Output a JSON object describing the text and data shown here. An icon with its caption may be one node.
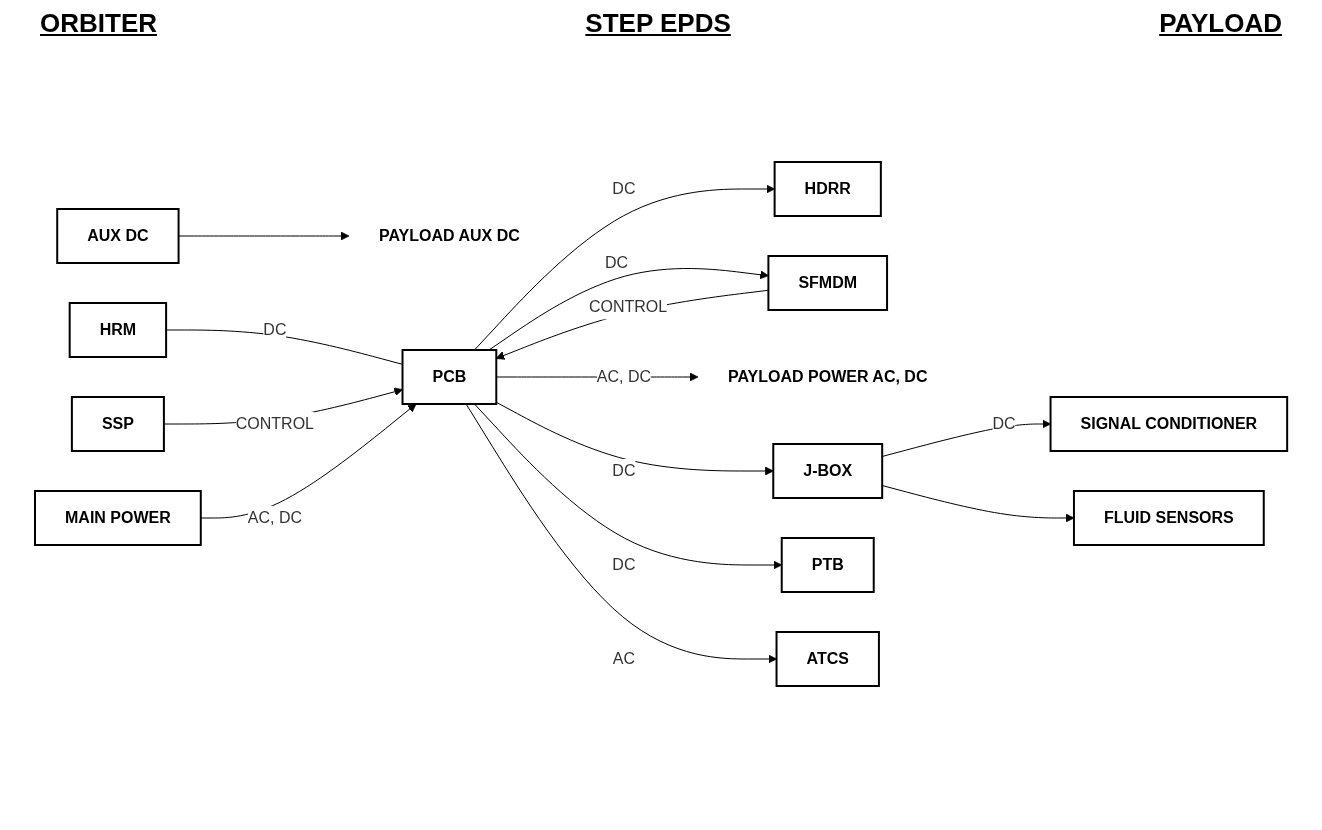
{
  "diagram": {
    "nodes": [
      {
        "text": [
          "AUX DC"
        ]
      },
      {
        "text": [
          "PAYLOAD AUX DC"
        ]
      },
      {
        "text": [
          "HDRR"
        ]
      },
      {
        "text": [
          "HRM"
        ]
      },
      {
        "text": [
          "SSP"
        ]
      },
      {
        "text": [
          "PCB"
        ]
      },
      {
        "text": [
          "SFMDM"
        ]
      },
      {
        "text": [
          "MAIN POWER"
        ]
      },
      {
        "text": [
          "PAYLOAD POWER AC, DC"
        ]
      },
      {
        "text": [
          "SIGNAL CONDITIONER"
        ]
      },
      {
        "text": [
          "J-BOX"
        ]
      },
      {
        "text": [
          "PTB"
        ]
      },
      {
        "text": [
          "FLUID SENSORS"
        ]
      },
      {
        "text": [
          "ATCS"
        ]
      }
    ],
    "edges": [
      {
        "from": 0,
        "to": 1,
        "arrow": "to"
      },
      {
        "from": 5,
        "to": 2,
        "label": "DC",
        "arrow": "to"
      },
      {
        "from": 3,
        "to": 5,
        "label": "DC",
        "arrow": "none"
      },
      {
        "from": 4,
        "to": 5,
        "label": "CONTROL",
        "arrow": "to"
      },
      {
        "from": 6,
        "to": 5,
        "label": "CONTROL",
        "arrow": "to"
      },
      {
        "from": 5,
        "to": 6,
        "label": "DC",
        "arrow": "to"
      },
      {
        "from": 7,
        "to": 5,
        "label": "AC, DC",
        "arrow": "to"
      },
      {
        "from": 5,
        "to": 8,
        "label": "AC, DC",
        "arrow": "to"
      },
      {
        "from": 5,
        "to": 10,
        "label": "DC",
        "arrow": "to"
      },
      {
        "from": 5,
        "to": 11,
        "label": "DC",
        "arrow": "to"
      },
      {
        "from": 5,
        "to": 13,
        "label": "AC",
        "arrow": "to"
      },
      {
        "from": 10,
        "to": 9,
        "label": "DC",
        "arrow": "to"
      },
      {
        "from": 10,
        "to": 12,
        "arrow": "to"
      }
    ],
    "labels": [
      "ORBITER",
      "STEP EPDS",
      "PAYLOAD"
    ]
  }
}
